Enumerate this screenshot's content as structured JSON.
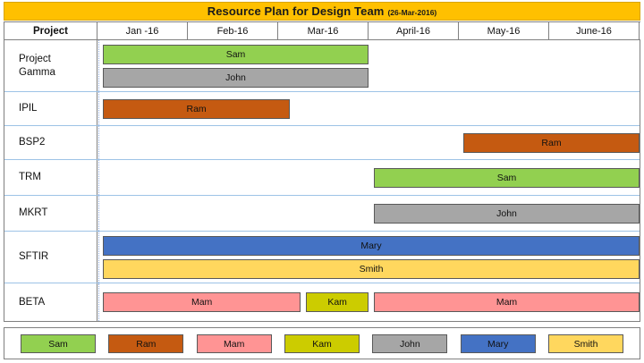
{
  "title": {
    "main": "Resource Plan for Design Team",
    "date": "(26-Mar-2016)"
  },
  "columns": {
    "project_header": "Project",
    "months": [
      "Jan -16",
      "Feb-16",
      "Mar-16",
      "April-16",
      "May-16",
      "June-16"
    ]
  },
  "colors": {
    "banner": "#FFC000",
    "grid_line": "#9DC3E6",
    "border": "#808080",
    "Sam": "#92D050",
    "Ram": "#C55A11",
    "Mam": "#FF9494",
    "Kam": "#CCCC00",
    "John": "#A6A6A6",
    "Mary": "#4472C4",
    "Smith": "#FFD75E"
  },
  "rows": [
    {
      "label_lines": [
        "Project",
        "Gamma"
      ],
      "bars": [
        {
          "name": "Sam",
          "start_pct": 1.0,
          "end_pct": 50.0,
          "lane": 0
        },
        {
          "name": "John",
          "start_pct": 1.0,
          "end_pct": 50.0,
          "lane": 1
        }
      ]
    },
    {
      "label_lines": [
        "IPIL"
      ],
      "bars": [
        {
          "name": "Ram",
          "start_pct": 1.0,
          "end_pct": 35.5,
          "lane": 0
        }
      ]
    },
    {
      "label_lines": [
        "BSP2"
      ],
      "bars": [
        {
          "name": "Ram",
          "start_pct": 67.5,
          "end_pct": 100.0,
          "lane": 0
        }
      ]
    },
    {
      "label_lines": [
        "TRM"
      ],
      "bars": [
        {
          "name": "Sam",
          "start_pct": 51.0,
          "end_pct": 100.0,
          "lane": 0
        }
      ]
    },
    {
      "label_lines": [
        "MKRT"
      ],
      "bars": [
        {
          "name": "John",
          "start_pct": 51.0,
          "end_pct": 100.0,
          "lane": 0
        }
      ]
    },
    {
      "label_lines": [
        "SFTIR"
      ],
      "bars": [
        {
          "name": "Mary",
          "start_pct": 1.0,
          "end_pct": 100.0,
          "lane": 0
        },
        {
          "name": "Smith",
          "start_pct": 1.0,
          "end_pct": 100.0,
          "lane": 1
        }
      ]
    },
    {
      "label_lines": [
        "BETA"
      ],
      "bars": [
        {
          "name": "Mam",
          "start_pct": 1.0,
          "end_pct": 37.5,
          "lane": 0
        },
        {
          "name": "Kam",
          "start_pct": 38.5,
          "end_pct": 50.0,
          "lane": 0
        },
        {
          "name": "Mam",
          "start_pct": 51.0,
          "end_pct": 100.0,
          "lane": 0
        }
      ]
    }
  ],
  "legend": [
    {
      "label": "Sam",
      "color_key": "Sam"
    },
    {
      "label": "Ram",
      "color_key": "Ram"
    },
    {
      "label": "Mam",
      "color_key": "Mam"
    },
    {
      "label": "Kam",
      "color_key": "Kam"
    },
    {
      "label": "John",
      "color_key": "John"
    },
    {
      "label": "Mary",
      "color_key": "Mary"
    },
    {
      "label": "Smith",
      "color_key": "Smith"
    }
  ],
  "chart_data": {
    "type": "bar",
    "title": "Resource Plan for Design Team (26-Mar-2016)",
    "xlabel": "",
    "ylabel": "Project",
    "categories": [
      "Project Gamma",
      "IPIL",
      "BSP2",
      "TRM",
      "MKRT",
      "SFTIR",
      "BETA"
    ],
    "x_ticks": [
      "Jan -16",
      "Feb-16",
      "Mar-16",
      "April-16",
      "May-16",
      "June-16"
    ],
    "xlim": [
      "Jan-16",
      "June-16"
    ],
    "grid": true,
    "legend_position": "bottom",
    "series": [
      {
        "name": "Sam",
        "color": "#92D050"
      },
      {
        "name": "Ram",
        "color": "#C55A11"
      },
      {
        "name": "Mam",
        "color": "#FF9494"
      },
      {
        "name": "Kam",
        "color": "#CCCC00"
      },
      {
        "name": "John",
        "color": "#A6A6A6"
      },
      {
        "name": "Mary",
        "color": "#4472C4"
      },
      {
        "name": "Smith",
        "color": "#FFD75E"
      }
    ],
    "tasks": [
      {
        "project": "Project Gamma",
        "resource": "Sam",
        "start_month": "Jan-16",
        "end_month": "Mar-16"
      },
      {
        "project": "Project Gamma",
        "resource": "John",
        "start_month": "Jan-16",
        "end_month": "Mar-16"
      },
      {
        "project": "IPIL",
        "resource": "Ram",
        "start_month": "Jan-16",
        "end_month": "Feb-16"
      },
      {
        "project": "BSP2",
        "resource": "Ram",
        "start_month": "May-16",
        "end_month": "June-16"
      },
      {
        "project": "TRM",
        "resource": "Sam",
        "start_month": "April-16",
        "end_month": "June-16"
      },
      {
        "project": "MKRT",
        "resource": "John",
        "start_month": "April-16",
        "end_month": "June-16"
      },
      {
        "project": "SFTIR",
        "resource": "Mary",
        "start_month": "Jan-16",
        "end_month": "June-16"
      },
      {
        "project": "SFTIR",
        "resource": "Smith",
        "start_month": "Jan-16",
        "end_month": "June-16"
      },
      {
        "project": "BETA",
        "resource": "Mam",
        "start_month": "Jan-16",
        "end_month": "Mar-16"
      },
      {
        "project": "BETA",
        "resource": "Kam",
        "start_month": "Mar-16",
        "end_month": "Mar-16"
      },
      {
        "project": "BETA",
        "resource": "Mam",
        "start_month": "April-16",
        "end_month": "June-16"
      }
    ]
  }
}
